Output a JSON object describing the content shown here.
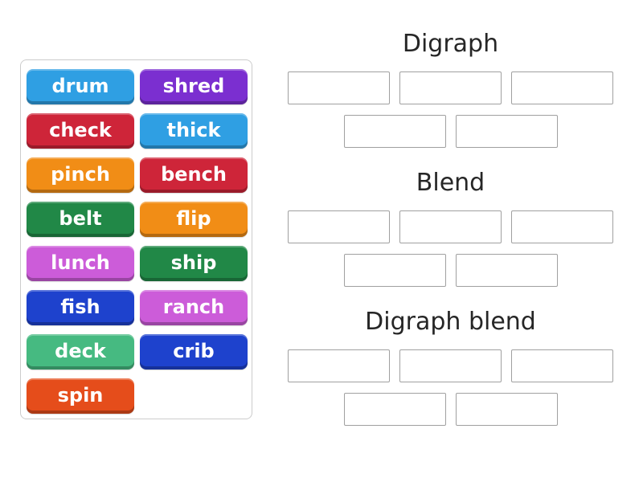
{
  "page": {
    "background_color": "#ffffff",
    "tile_text_color": "#ffffff",
    "heading_text_color": "#262626",
    "slot_border_color": "#a0a0a0",
    "panel_border_color": "#cccccc"
  },
  "word_bank": {
    "tiles": [
      {
        "label": "drum",
        "color": "#2f9fe3"
      },
      {
        "label": "shred",
        "color": "#7b2fd0"
      },
      {
        "label": "check",
        "color": "#ce2539"
      },
      {
        "label": "thick",
        "color": "#2f9fe3"
      },
      {
        "label": "pinch",
        "color": "#f18d16"
      },
      {
        "label": "bench",
        "color": "#ce2539"
      },
      {
        "label": "belt",
        "color": "#218847"
      },
      {
        "label": "flip",
        "color": "#f18d16"
      },
      {
        "label": "lunch",
        "color": "#cc5cd9"
      },
      {
        "label": "ship",
        "color": "#218847"
      },
      {
        "label": "fish",
        "color": "#1e42cd"
      },
      {
        "label": "ranch",
        "color": "#cc5cd9"
      },
      {
        "label": "deck",
        "color": "#46ba81"
      },
      {
        "label": "crib",
        "color": "#1e42cd"
      },
      {
        "label": "spin",
        "color": "#e54d1b"
      }
    ]
  },
  "groups": [
    {
      "title": "Digraph",
      "slot_rows": [
        3,
        2
      ]
    },
    {
      "title": "Blend",
      "slot_rows": [
        3,
        2
      ]
    },
    {
      "title": "Digraph blend",
      "slot_rows": [
        3,
        2
      ]
    }
  ]
}
